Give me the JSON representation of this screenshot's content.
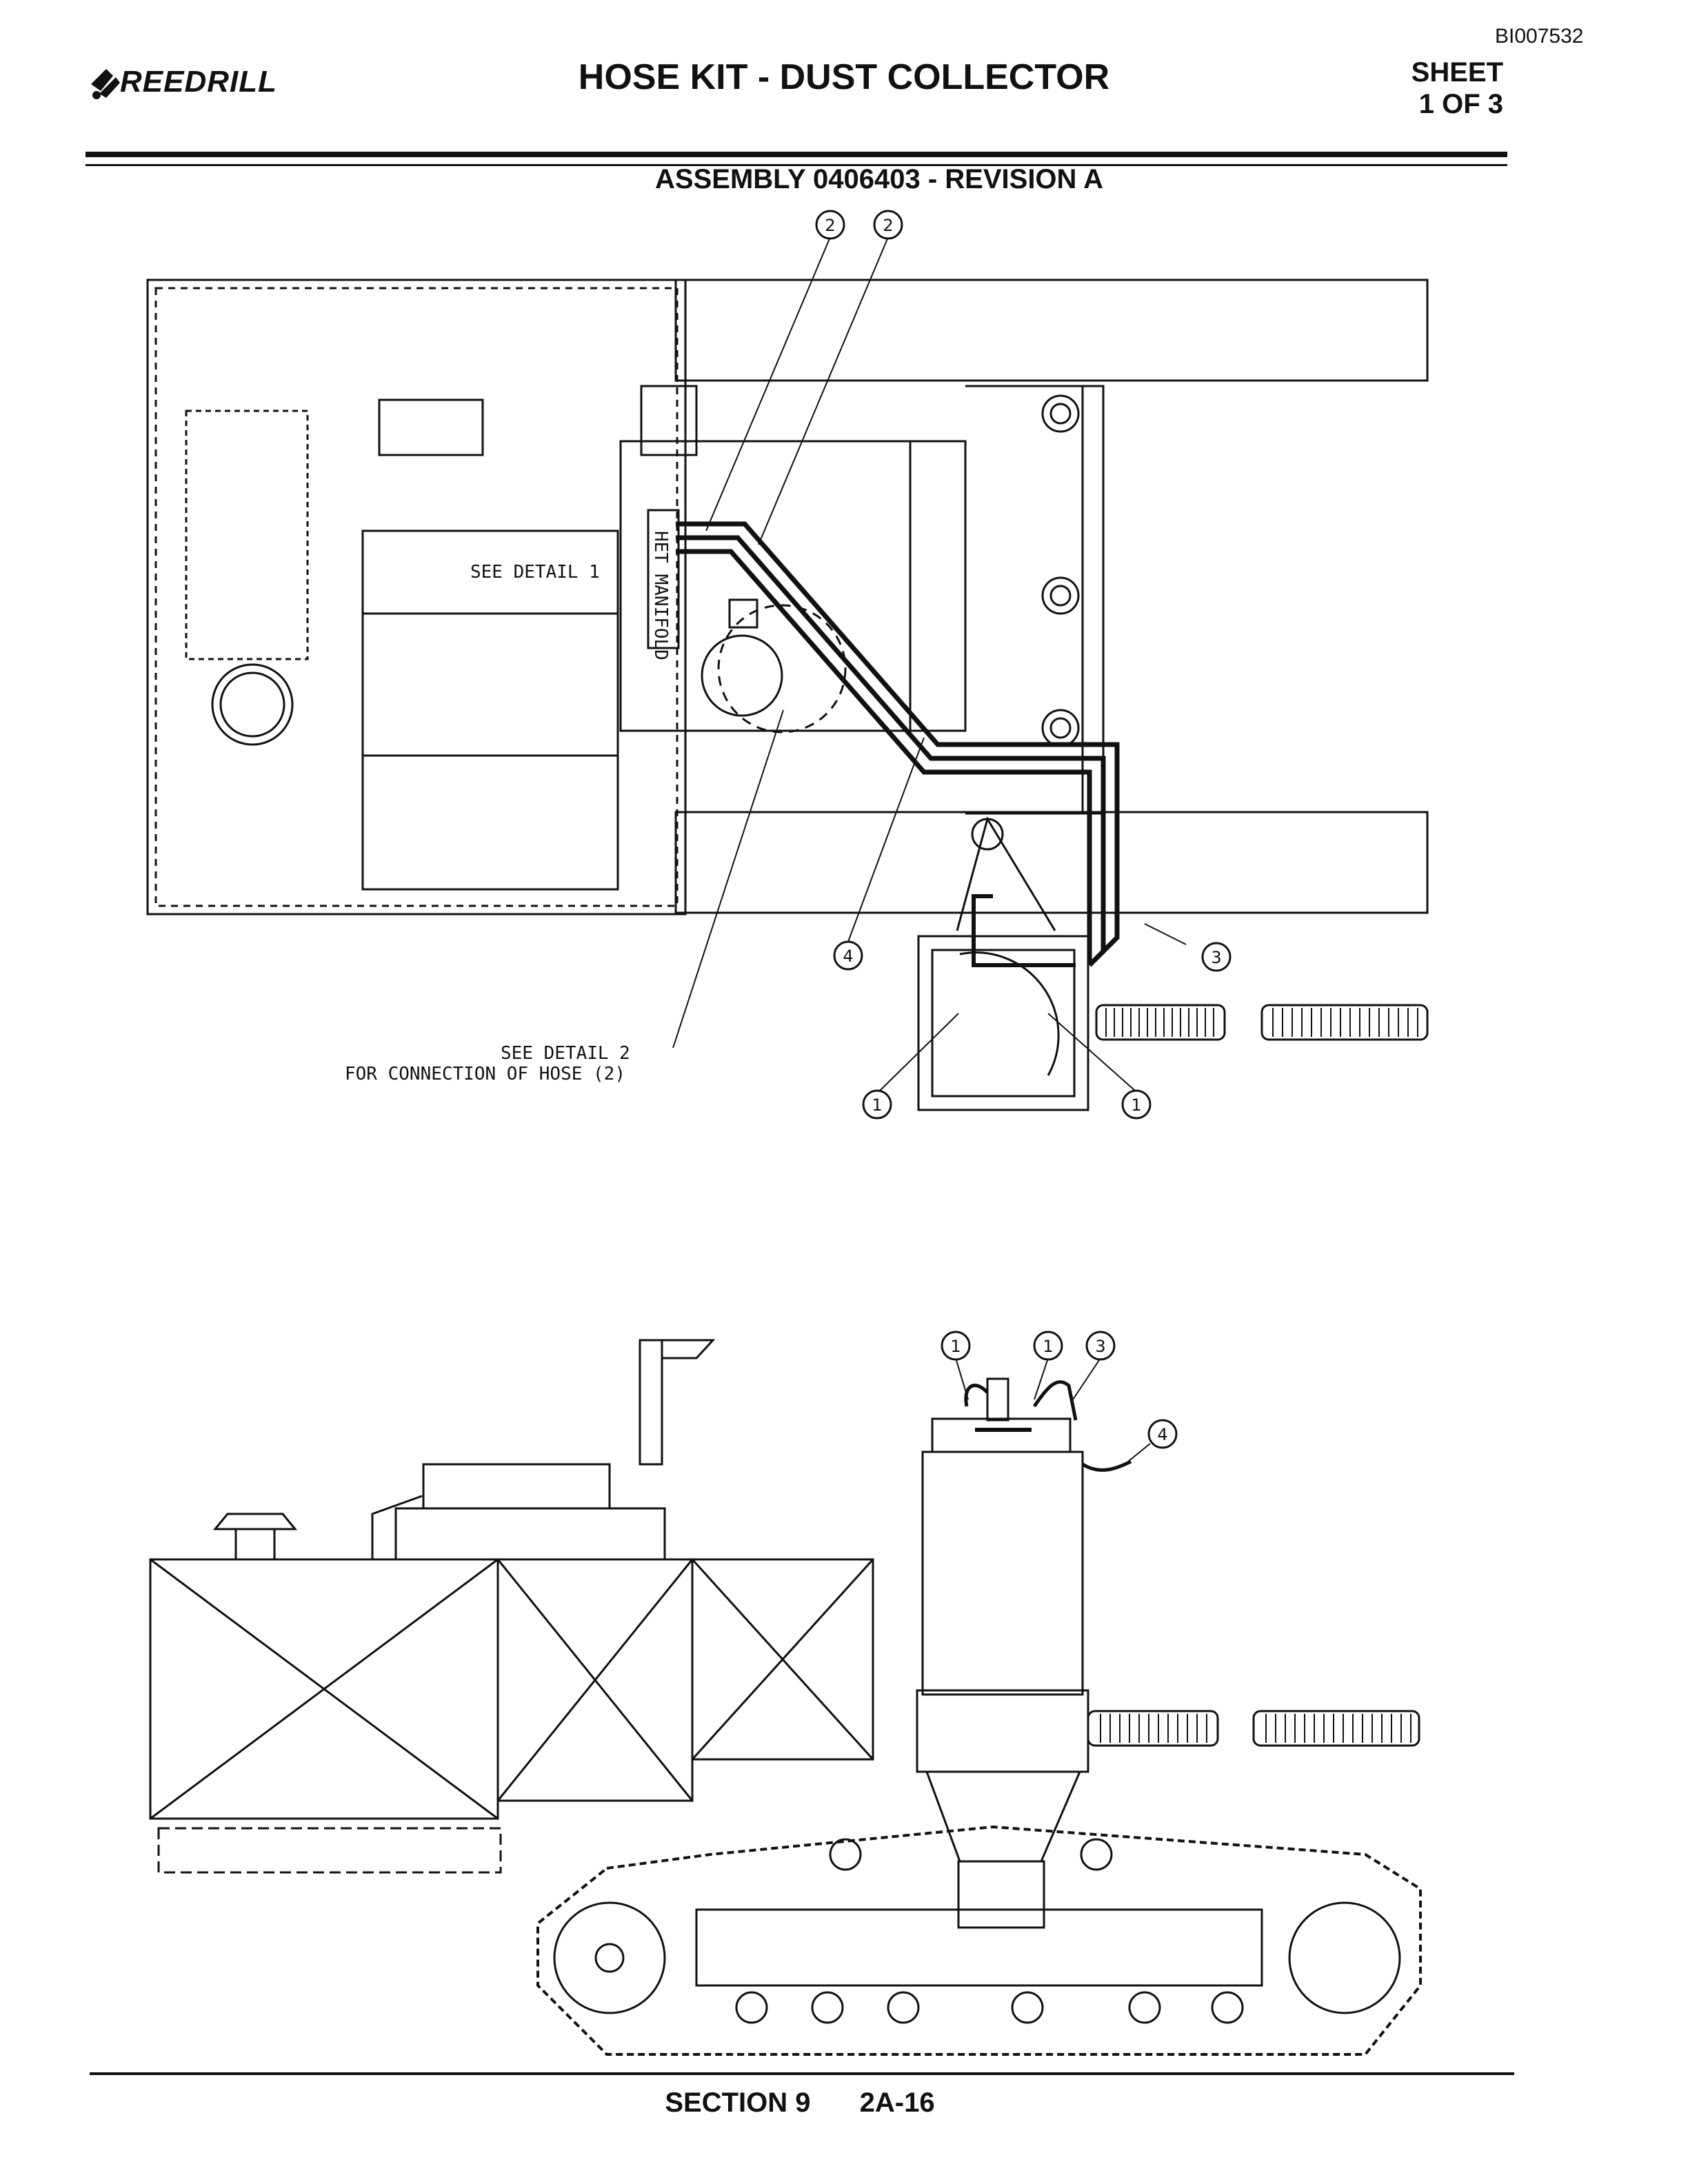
{
  "header": {
    "doc_id": "BI007532",
    "logo_text": "REEDRILL",
    "title": "HOSE KIT - DUST COLLECTOR",
    "sheet_label": "SHEET",
    "sheet_number": "1 OF 3"
  },
  "assembly_title": "ASSEMBLY 0406403 - REVISION A",
  "top_view": {
    "detail1_label": "SEE DETAIL 1",
    "manifold_label": "HET MANIFOLD",
    "detail2_line1": "SEE DETAIL 2",
    "detail2_line2": "FOR CONNECTION OF HOSE (2)",
    "callouts": [
      "2",
      "2",
      "3",
      "4",
      "1",
      "1"
    ]
  },
  "side_view": {
    "callouts": [
      "1",
      "1",
      "3",
      "4"
    ]
  },
  "footer": {
    "section": "SECTION 9",
    "page": "2A-16"
  }
}
